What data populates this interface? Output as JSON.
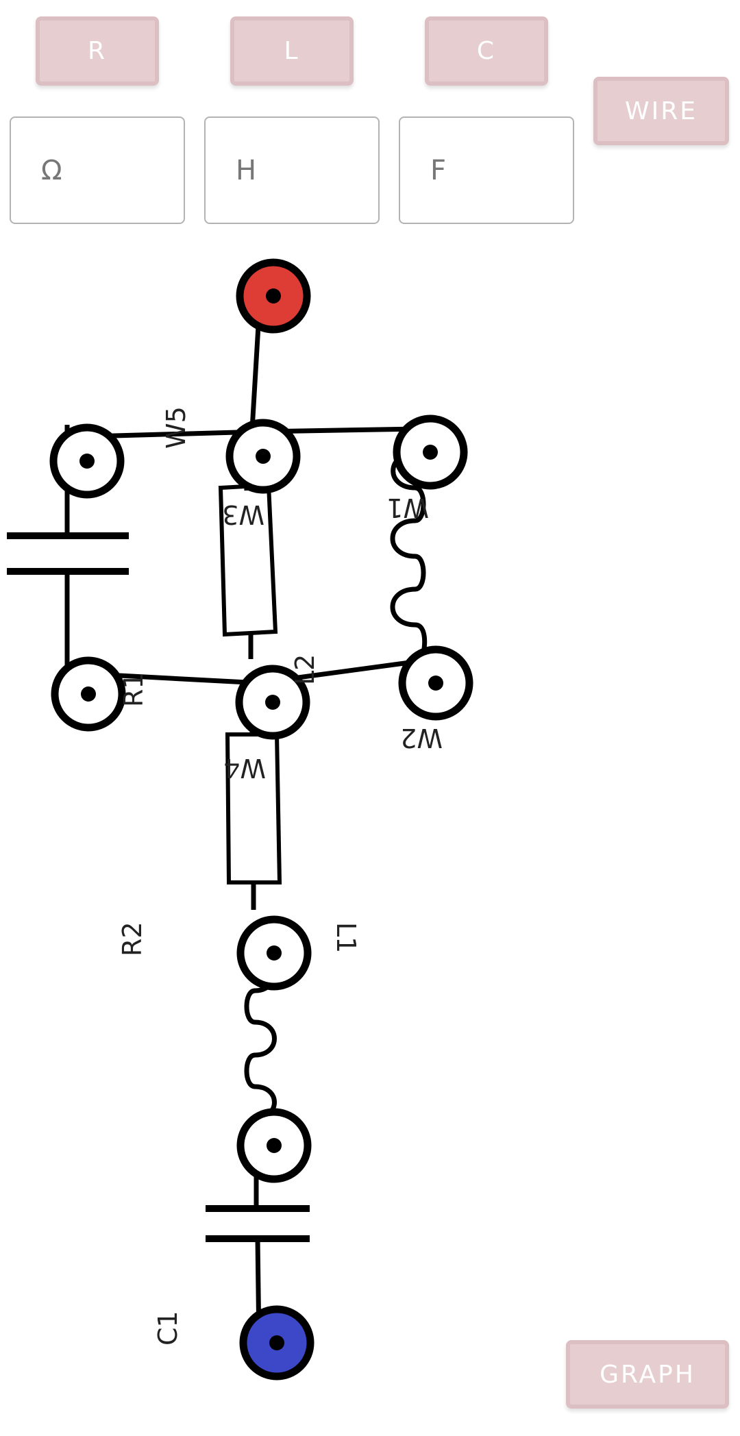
{
  "toolbar": {
    "resistor_label": "R",
    "inductor_label": "L",
    "capacitor_label": "C",
    "wire_label": "WIRE",
    "graph_label": "GRAPH"
  },
  "inputs": {
    "resistance_placeholder": "Ω",
    "inductance_placeholder": "H",
    "capacitance_placeholder": "F"
  },
  "circuit": {
    "labels": {
      "w5": "W5",
      "w3": "W3",
      "w1": "W1",
      "r1": "R1",
      "l2": "L2",
      "w2": "W2",
      "w4": "W4",
      "r2": "R2",
      "l1": "L1",
      "c1": "C1"
    },
    "colors": {
      "source_node": "#dd3d35",
      "ground_node": "#3c48c8",
      "wire": "#000000",
      "button_bg": "#e6cdcf"
    }
  }
}
